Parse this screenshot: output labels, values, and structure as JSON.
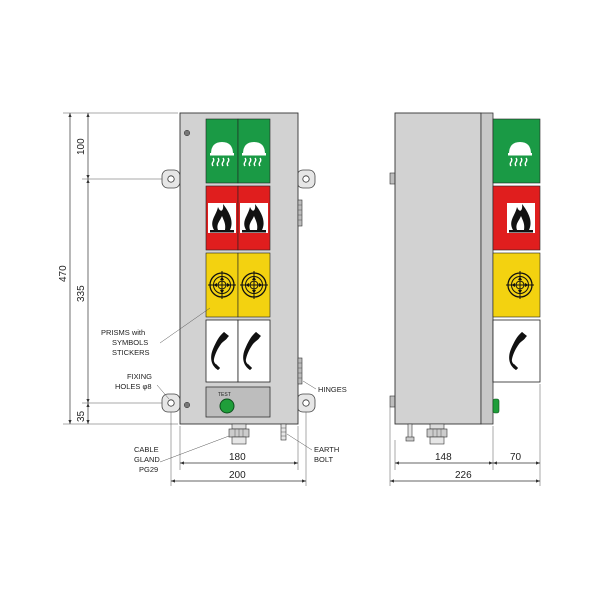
{
  "dimensions": {
    "top_section": "100",
    "overall_height": "470",
    "mid_section": "335",
    "bottom_section": "35",
    "hole_spacing": "180",
    "front_width": "200",
    "body_depth": "148",
    "prism_depth": "70",
    "total_depth": "226"
  },
  "labels": {
    "prisms_line1": "PRISMS with",
    "prisms_line2": "SYMBOLS",
    "prisms_line3": "STICKERS",
    "fixing_line1": "FIXING",
    "fixing_line2": "HOLES φ8",
    "hinges": "HINGES",
    "cable_line1": "CABLE",
    "cable_line2": "GLAND",
    "cable_line3": "PG29",
    "earth_line1": "EARTH",
    "earth_line2": "BOLT",
    "test_button": "TEST"
  },
  "symbols": {
    "row1": "shower-icon",
    "row2": "fire-icon",
    "row3": "target-icon",
    "row4": "telephone-icon"
  },
  "colors": {
    "panel_green": "#1a9a45",
    "panel_red": "#e01e1e",
    "panel_yellow": "#f3d210",
    "panel_white": "#ffffff",
    "housing": "#d2d2d2",
    "test_button": "#1f9e3a"
  }
}
